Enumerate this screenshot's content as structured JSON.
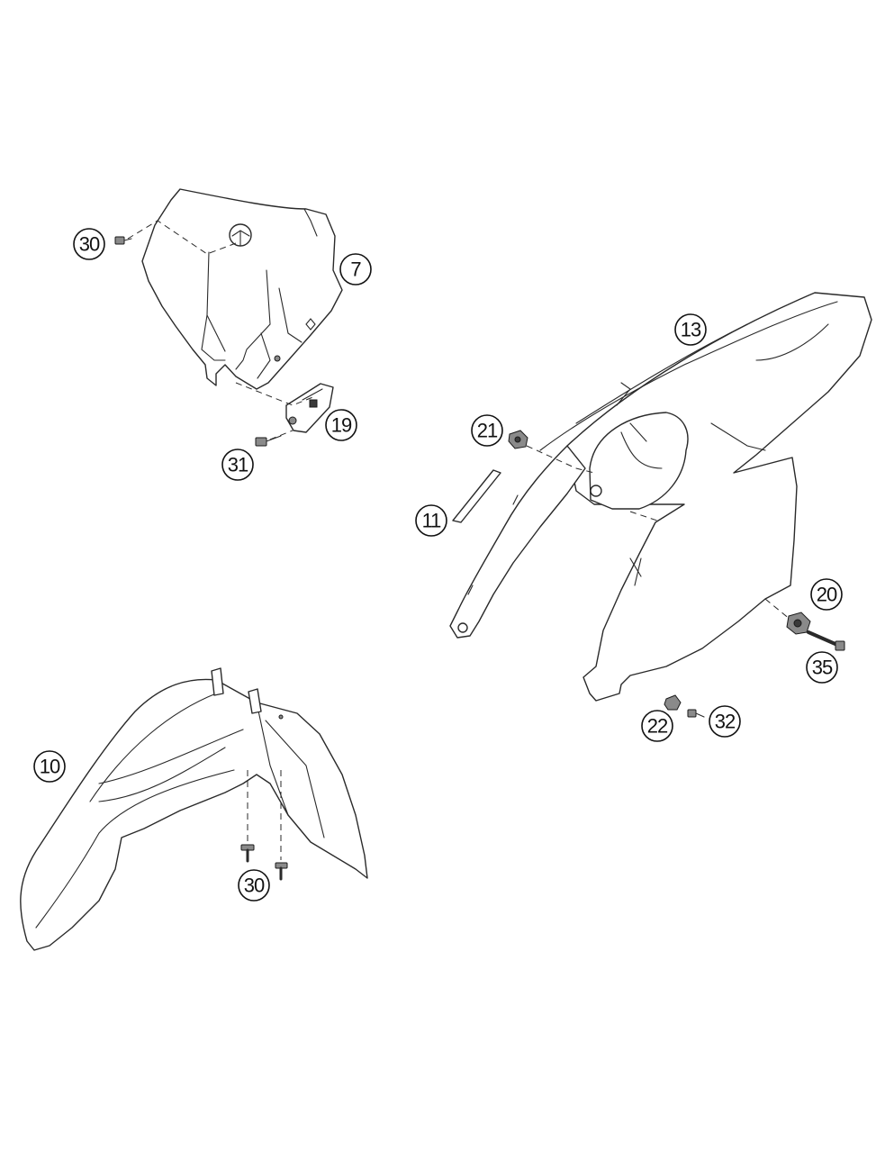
{
  "callouts": [
    {
      "id": "c30a",
      "label": "30"
    },
    {
      "id": "c7",
      "label": "7"
    },
    {
      "id": "c19",
      "label": "19"
    },
    {
      "id": "c31",
      "label": "31"
    },
    {
      "id": "c13",
      "label": "13"
    },
    {
      "id": "c21",
      "label": "21"
    },
    {
      "id": "c11",
      "label": "11"
    },
    {
      "id": "c20",
      "label": "20"
    },
    {
      "id": "c35",
      "label": "35"
    },
    {
      "id": "c22",
      "label": "22"
    },
    {
      "id": "c32",
      "label": "32"
    },
    {
      "id": "c10",
      "label": "10"
    },
    {
      "id": "c30b",
      "label": "30"
    }
  ],
  "colors": {
    "line": "#2a2a2a",
    "background": "#ffffff"
  }
}
